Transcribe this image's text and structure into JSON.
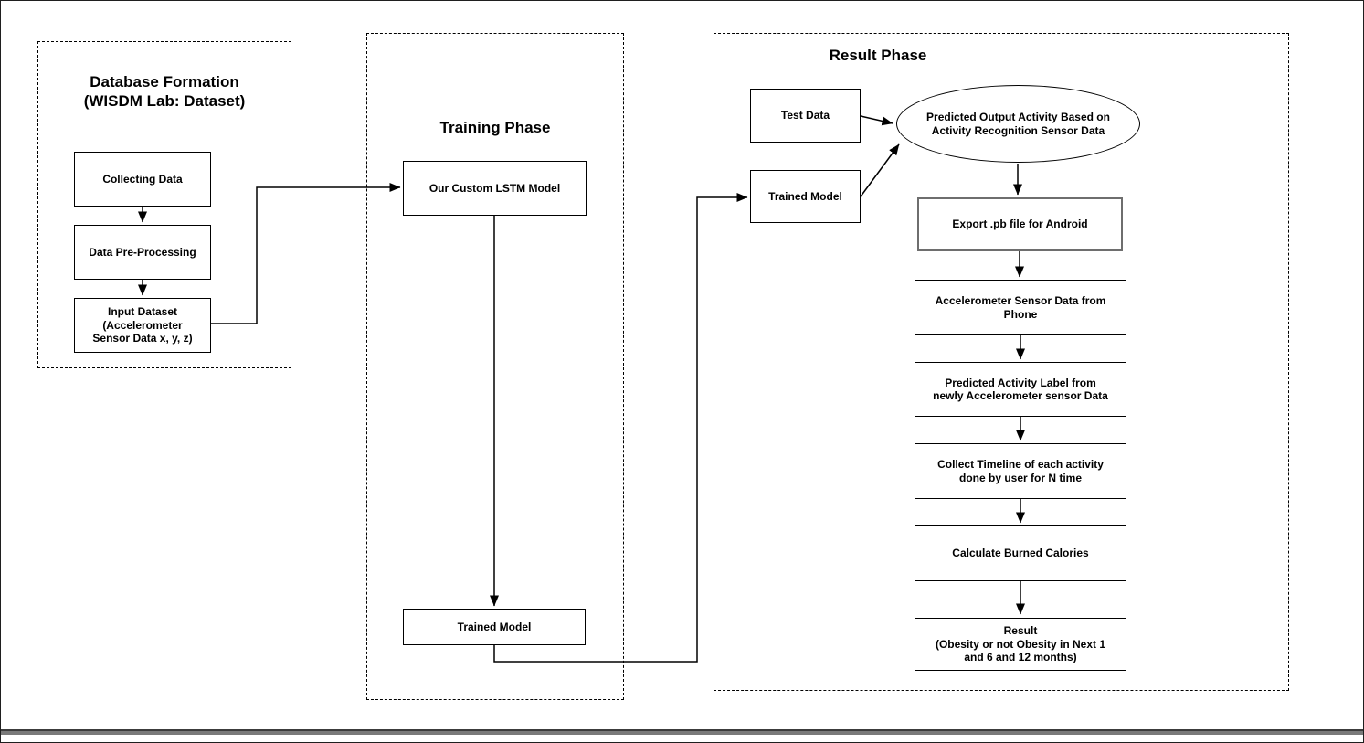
{
  "canvas": {
    "background": "#ffffff",
    "line_color": "#000000",
    "export_box_border": "#6e6e6e",
    "window_edge_color": "#7a7a7a"
  },
  "phases": {
    "database": {
      "title": "Database Formation\n(WISDM Lab: Dataset)"
    },
    "training": {
      "title": "Training Phase"
    },
    "result": {
      "title": "Result Phase"
    }
  },
  "nodes": {
    "collecting_data": {
      "shape": "rect",
      "label": "Collecting Data"
    },
    "data_preprocessing": {
      "shape": "rect",
      "label": "Data Pre-Processing"
    },
    "input_dataset": {
      "shape": "rect",
      "label": "Input Dataset\n(Accelerometer\nSensor Data x, y, z)"
    },
    "custom_lstm_model": {
      "shape": "rect",
      "label": "Our Custom LSTM Model"
    },
    "trained_model_training": {
      "shape": "rect",
      "label": "Trained Model"
    },
    "test_data": {
      "shape": "rect",
      "label": "Test Data"
    },
    "trained_model_result": {
      "shape": "rect",
      "label": "Trained Model"
    },
    "predicted_output": {
      "shape": "ellipse",
      "label": "Predicted Output Activity Based on\nActivity Recognition Sensor Data"
    },
    "export_pb": {
      "shape": "rect",
      "label": "Export .pb file for Android"
    },
    "accelerometer_phone": {
      "shape": "rect",
      "label": "Accelerometer Sensor Data from\nPhone"
    },
    "predicted_activity_label": {
      "shape": "rect",
      "label": "Predicted Activity Label from\nnewly Accelerometer sensor Data"
    },
    "collect_timeline": {
      "shape": "rect",
      "label": "Collect Timeline of each activity\ndone by user for N time"
    },
    "calculate_calories": {
      "shape": "rect",
      "label": "Calculate Burned Calories"
    },
    "result_node": {
      "shape": "rect",
      "label": "Result\n(Obesity or not Obesity in Next 1\nand 6 and 12 months)"
    }
  },
  "edges": [
    {
      "from": "collecting_data",
      "to": "data_preprocessing"
    },
    {
      "from": "data_preprocessing",
      "to": "input_dataset"
    },
    {
      "from": "input_dataset",
      "to": "custom_lstm_model"
    },
    {
      "from": "custom_lstm_model",
      "to": "trained_model_training"
    },
    {
      "from": "trained_model_training",
      "to": "trained_model_result"
    },
    {
      "from": "test_data",
      "to": "predicted_output"
    },
    {
      "from": "trained_model_result",
      "to": "predicted_output"
    },
    {
      "from": "predicted_output",
      "to": "export_pb"
    },
    {
      "from": "export_pb",
      "to": "accelerometer_phone"
    },
    {
      "from": "accelerometer_phone",
      "to": "predicted_activity_label"
    },
    {
      "from": "predicted_activity_label",
      "to": "collect_timeline"
    },
    {
      "from": "collect_timeline",
      "to": "calculate_calories"
    },
    {
      "from": "calculate_calories",
      "to": "result_node"
    }
  ]
}
